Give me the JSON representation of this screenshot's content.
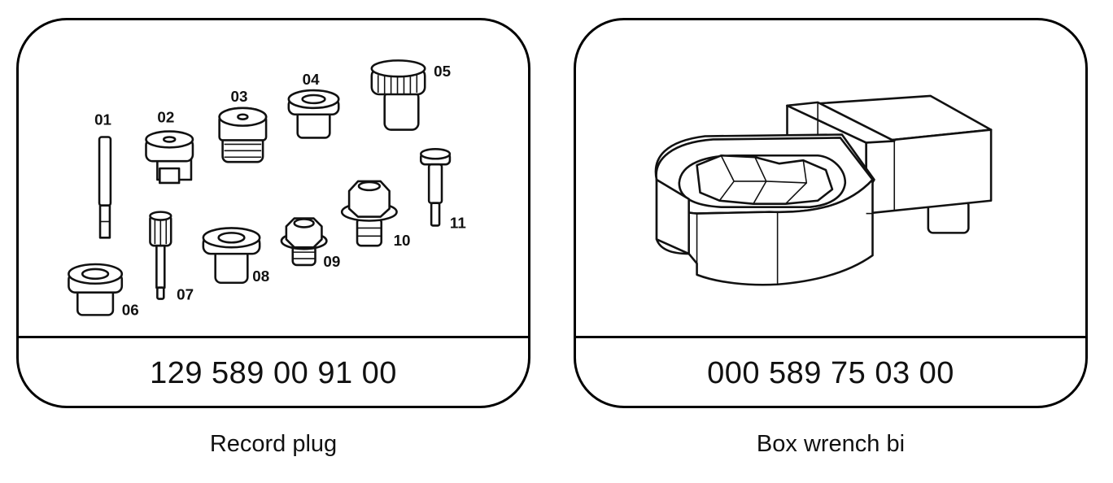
{
  "panels": [
    {
      "part_number": "129 589 00 91 00",
      "caption": "Record plug",
      "part_labels": [
        "01",
        "02",
        "03",
        "04",
        "05",
        "06",
        "07",
        "08",
        "09",
        "10",
        "11"
      ]
    },
    {
      "part_number": "000 589 75 03 00",
      "caption": "Box wrench bi"
    }
  ]
}
